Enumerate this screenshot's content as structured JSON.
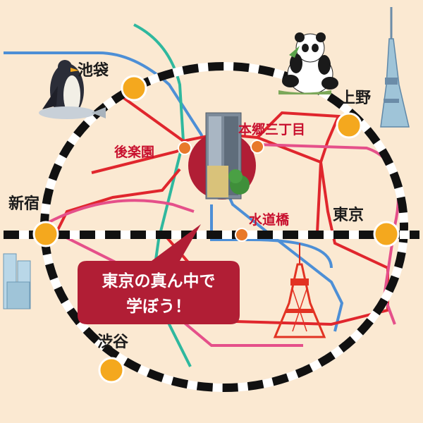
{
  "stations": {
    "ikebukuro": "池袋",
    "ueno": "上野",
    "shinjuku": "新宿",
    "tokyo": "東京",
    "shibuya": "渋谷",
    "korakuen": "後楽園",
    "hongo_sanchome": "本郷三丁目",
    "suidobashi": "水道橋"
  },
  "callout": {
    "line1": "東京の真ん中で",
    "line2": "学ぼう！"
  },
  "landmarks": [
    "penguin",
    "panda",
    "tokyo-skytree",
    "tokyo-tower",
    "tokyo-metropolitan-government-building",
    "campus-building"
  ],
  "colors": {
    "background": "#fbe9d2",
    "yamanote_dash": "#111111",
    "line_red": "#e0262d",
    "line_pink": "#e5508a",
    "line_blue": "#4d8fd6",
    "line_teal": "#2fb89e",
    "station_hub": "#f4a81e",
    "station_small": "#e8792b",
    "callout_fill": "#b11e35"
  }
}
